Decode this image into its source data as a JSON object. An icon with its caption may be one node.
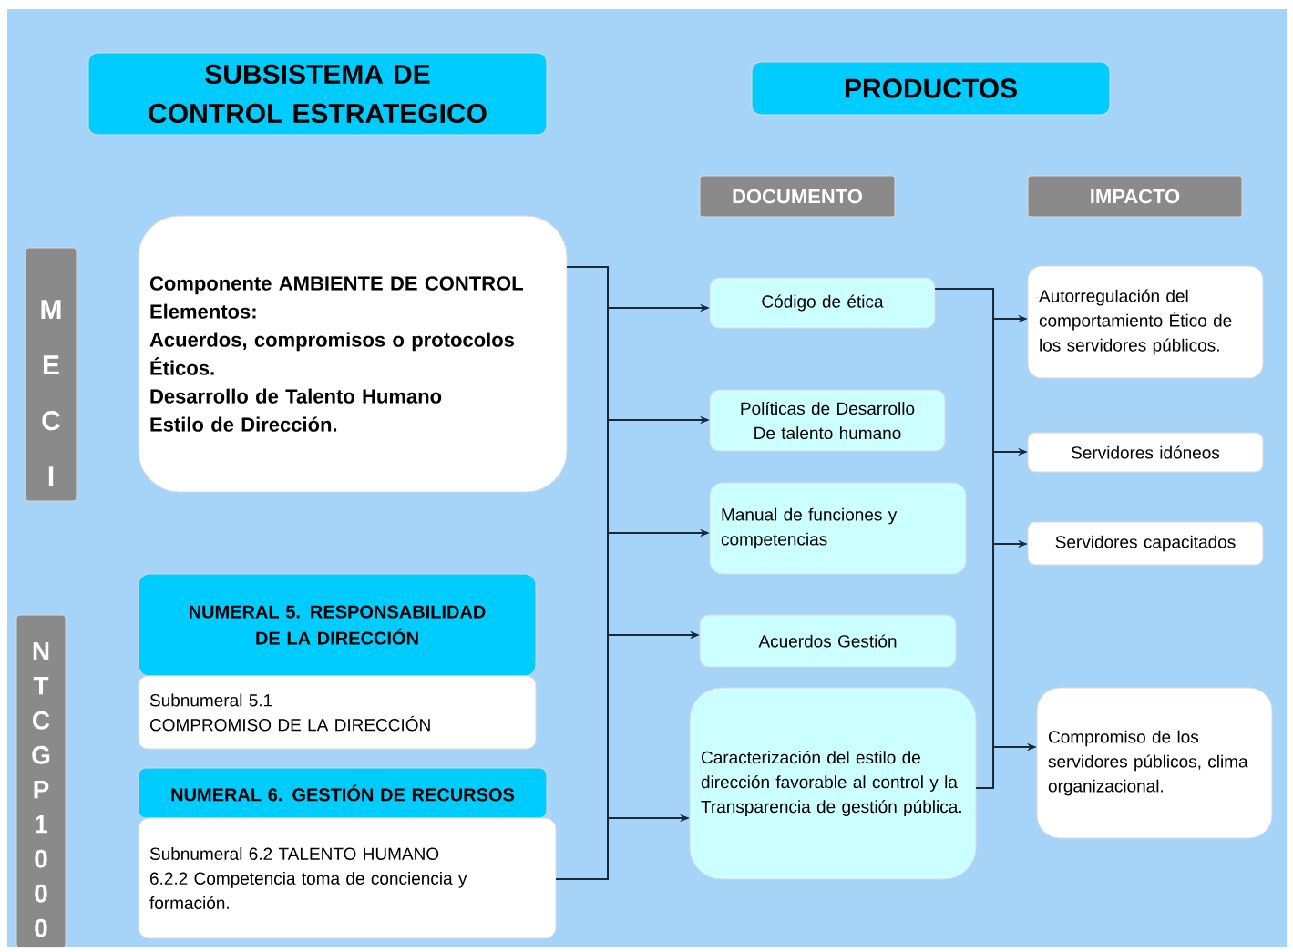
{
  "diagram": {
    "nodes": [
      {
        "text": [
          "SUBSISTEMA DE CONTROL ESTRATEGICO"
        ]
      },
      {
        "text": [
          "PRODUCTOS"
        ]
      },
      {
        "text": [
          "DOCUMENTO"
        ]
      },
      {
        "text": [
          "IMPACTO"
        ]
      },
      {
        "text": [
          "MECI"
        ]
      },
      {
        "text": [
          "NTCGP1000"
        ]
      },
      {
        "text": [
          "Componente AMBIENTE DE CONTROL",
          "Elementos:",
          "Acuerdos, compromisos o protocolos Éticos.",
          "Desarrollo de Talento Humano",
          "Estilo de Dirección."
        ]
      },
      {
        "text": [
          "NUMERAL 5. RESPONSABILIDAD DE LA DIRECCIÓN"
        ]
      },
      {
        "text": [
          "Subnumeral 5.1",
          "COMPROMISO DE LA DIRECCIÓN"
        ]
      },
      {
        "text": [
          "NUMERAL 6. GESTIÓN DE RECURSOS"
        ]
      },
      {
        "text": [
          "Subnumeral 6.2 TALENTO HUMANO",
          "6.2.2 Competencia toma de conciencia y formación."
        ]
      },
      {
        "text": [
          "Código de ética"
        ]
      },
      {
        "text": [
          "Políticas de Desarrollo De talento humano"
        ]
      },
      {
        "text": [
          "Manual de funciones y competencias"
        ]
      },
      {
        "text": [
          "Acuerdos Gestión"
        ]
      },
      {
        "text": [
          "Caracterización del estilo de dirección favorable al control y la Transparencia de gestión pública."
        ]
      },
      {
        "text": [
          "Autorregulación del comportamiento Ético de los servidores públicos."
        ]
      },
      {
        "text": [
          "Servidores idóneos"
        ]
      },
      {
        "text": [
          "Servidores capacitados"
        ]
      },
      {
        "text": [
          "Compromiso de los servidores públicos, clima organizacional."
        ]
      }
    ],
    "edges": [
      {
        "from": 6,
        "to": 11,
        "arrow": "to"
      },
      {
        "from": 6,
        "to": 12,
        "arrow": "to"
      },
      {
        "from": 6,
        "to": 13,
        "arrow": "to"
      },
      {
        "from": 6,
        "to": 14,
        "arrow": "to"
      },
      {
        "from": 6,
        "to": 15,
        "arrow": "to"
      },
      {
        "from": 10,
        "to": 11,
        "arrow": "to"
      },
      {
        "from": 10,
        "to": 12,
        "arrow": "to"
      },
      {
        "from": 10,
        "to": 13,
        "arrow": "to"
      },
      {
        "from": 10,
        "to": 14,
        "arrow": "to"
      },
      {
        "from": 10,
        "to": 15,
        "arrow": "to"
      },
      {
        "from": 11,
        "to": 16,
        "arrow": "to"
      },
      {
        "from": 11,
        "to": 17,
        "arrow": "to"
      },
      {
        "from": 11,
        "to": 18,
        "arrow": "to"
      },
      {
        "from": 11,
        "to": 19,
        "arrow": "to"
      },
      {
        "from": 15,
        "to": 16,
        "arrow": "to"
      },
      {
        "from": 15,
        "to": 17,
        "arrow": "to"
      },
      {
        "from": 15,
        "to": 18,
        "arrow": "to"
      },
      {
        "from": 15,
        "to": 19,
        "arrow": "to"
      }
    ]
  }
}
